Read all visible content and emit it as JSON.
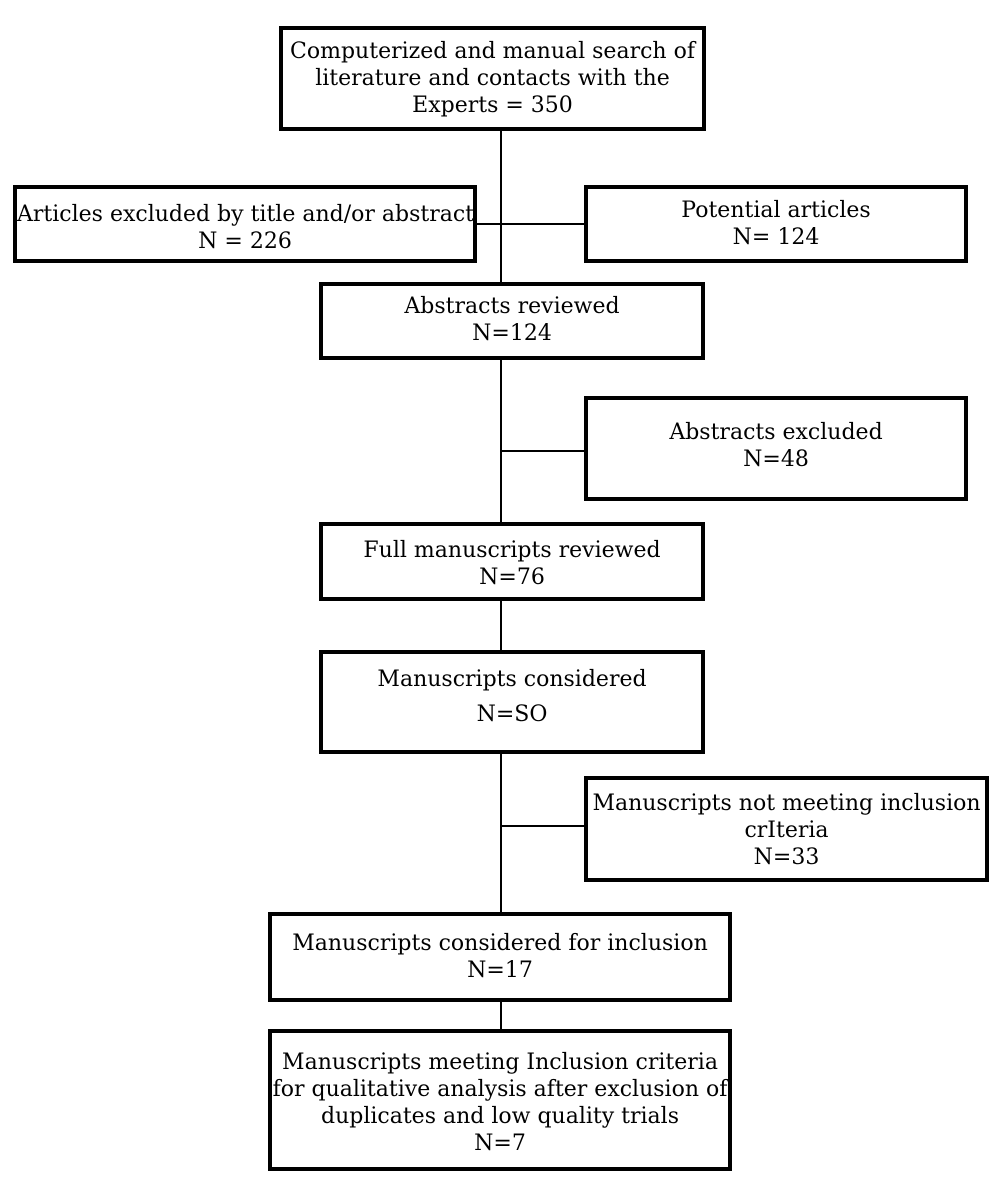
{
  "boxes": {
    "search": {
      "lines": [
        "Computerized and manual search of",
        "literature and contacts with the",
        "Experts = 350"
      ]
    },
    "excluded_title_abstract": {
      "lines": [
        "Articles excluded by title and/or abstract",
        "N = 226"
      ]
    },
    "potential_articles": {
      "lines": [
        "Potential articles",
        "N= 124"
      ]
    },
    "abstracts_reviewed": {
      "lines": [
        "Abstracts reviewed",
        "N=124"
      ]
    },
    "abstracts_excluded": {
      "lines": [
        "Abstracts excluded",
        "N=48"
      ]
    },
    "full_manuscripts_reviewed": {
      "lines": [
        "Full manuscripts reviewed",
        "N=76"
      ]
    },
    "manuscripts_considered": {
      "lines": [
        "Manuscripts considered",
        "N=SO"
      ]
    },
    "not_meeting_criteria": {
      "lines": [
        "Manuscripts not meeting inclusion",
        "crIteria",
        "N=33"
      ]
    },
    "considered_for_inclusion": {
      "lines": [
        "Manuscripts considered for inclusion",
        "N=17"
      ]
    },
    "meeting_criteria": {
      "lines": [
        "Manuscripts meeting Inclusion criteria",
        "for qualitative analysis after exclusion of",
        "duplicates and low quality trials",
        "N=7"
      ]
    }
  }
}
